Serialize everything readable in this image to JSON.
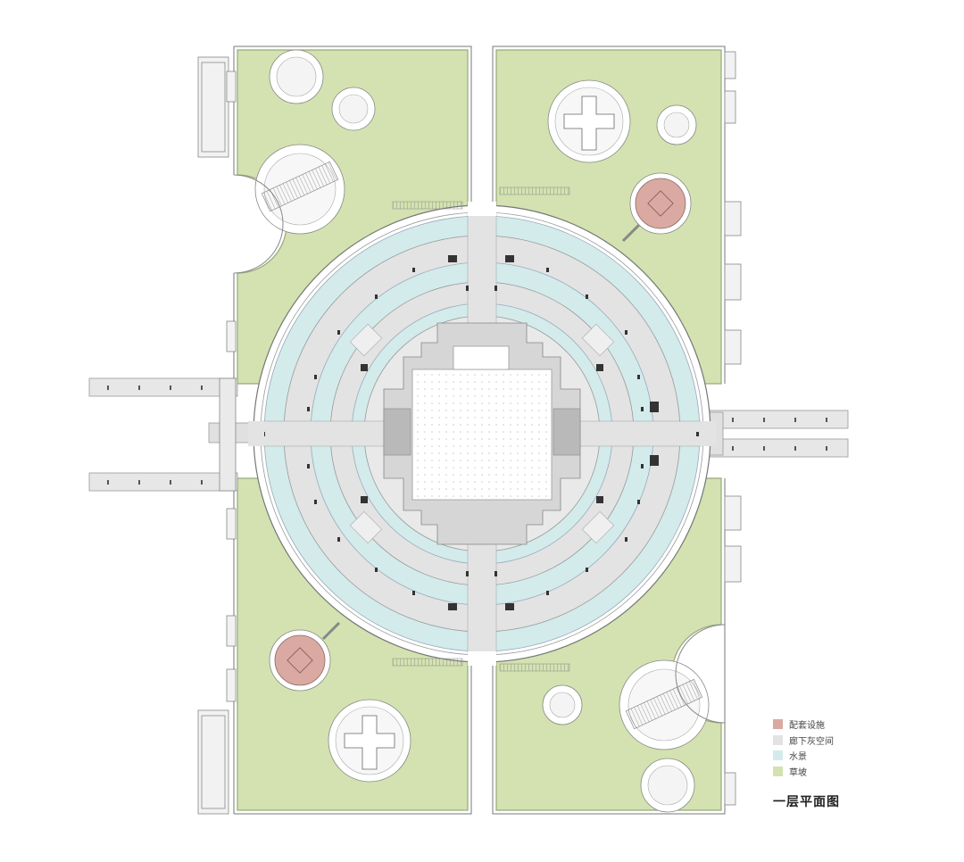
{
  "legend": {
    "items": [
      {
        "label": "配套设施",
        "color": "#d9a9a2"
      },
      {
        "label": "廊下灰空间",
        "color": "#e3e3e3"
      },
      {
        "label": "水景",
        "color": "#d3ebeb"
      },
      {
        "label": "草坡",
        "color": "#d3e2b0"
      }
    ]
  },
  "title": "一层平面图",
  "colors": {
    "grass": "#d3e2b0",
    "grass_edge": "#a8ba86",
    "water": "#d3ebeb",
    "grey_space": "#e3e3e3",
    "facility": "#d9a9a2",
    "line": "#8d8d8d"
  }
}
